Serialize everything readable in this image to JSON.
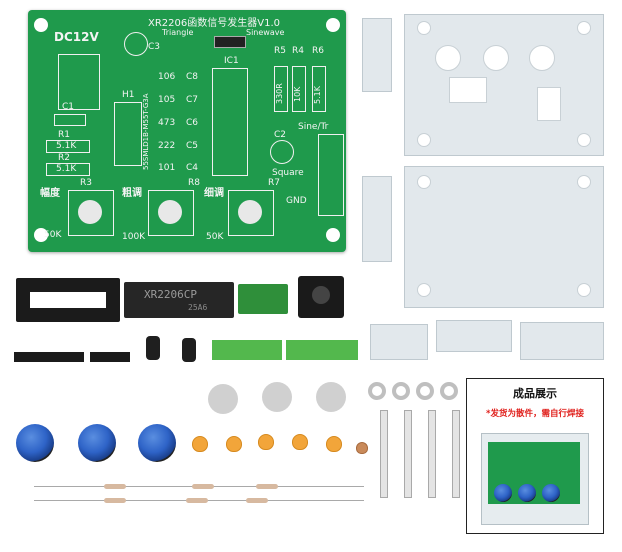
{
  "pcb": {
    "title": "XR2206函数信号发生器V1.0",
    "power": "DC12V",
    "wave_triangle": "Triangle",
    "wave_sine": "Sinewave",
    "c3": "C3",
    "ic1": "IC1",
    "h1": "H1",
    "r5": "R5",
    "r4": "R4",
    "r6": "R6",
    "r5_val": "330R",
    "r4_val": "10K",
    "r6_val": "5.1K",
    "c1": "C1",
    "r1": "R1",
    "r1_val": "5.1K",
    "r2": "R2",
    "r2_val": "5.1K",
    "c8": "C8",
    "c8_val": "106",
    "c7": "C7",
    "c7_val": "105",
    "c6": "C6",
    "c6_val": "473",
    "c5": "C5",
    "c5_val": "222",
    "c4": "C4",
    "c4_val": "101",
    "side_code": "55SMLD1B-M55T-G3A",
    "c2": "C2",
    "sine_tr": "Sine/Tr",
    "square": "Square",
    "gnd": "GND",
    "amplitude": "幅度",
    "coarse": "粗调",
    "fine": "细调",
    "r3": "R3",
    "r8": "R8",
    "r7": "R7",
    "pot1_val": "50K",
    "pot2_val": "100K",
    "pot3_val": "50K"
  },
  "chip_marking": {
    "line1": "XR2206CP",
    "line2": "25A6"
  },
  "showcase": {
    "title": "成品展示",
    "note": "*发货为散件，需自行焊接",
    "note_color": "#e0201c"
  },
  "colors": {
    "pcb_green": "#1f9a4c",
    "terminal_green": "#2f8f3a",
    "knob_blue": "#2e63c7",
    "capacitor_orange": "#f2a53a"
  }
}
